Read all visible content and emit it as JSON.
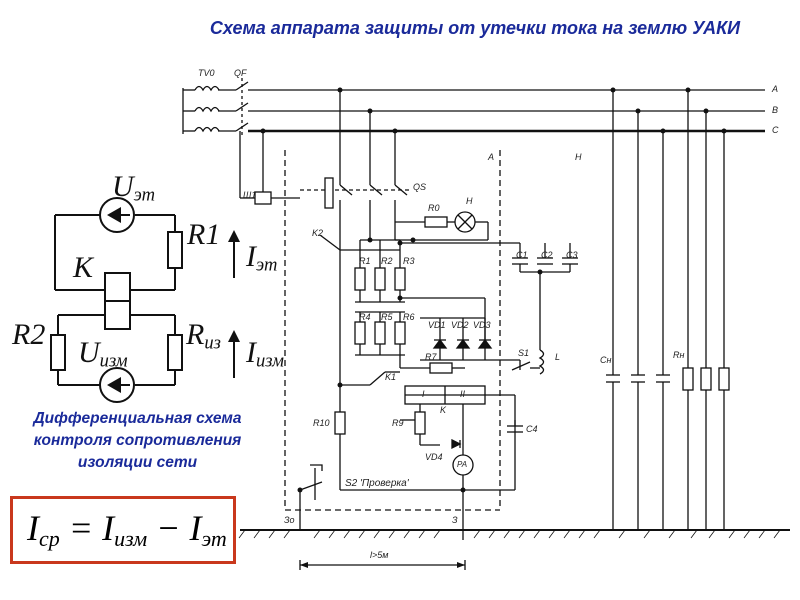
{
  "title": "Схема аппарата защиты от утечки тока на землю УАКИ",
  "caption": {
    "line1": "Дифференциальная схема",
    "line2": "контроля сопротивления",
    "line3": "изоляции сети"
  },
  "formula": {
    "lhs_base": "I",
    "lhs_sub": "ср",
    "eq": " = ",
    "t1_base": "I",
    "t1_sub": "изм",
    "minus": " − ",
    "t2_base": "I",
    "t2_sub": "эт"
  },
  "left_diagram": {
    "u_et_base": "U",
    "u_et_sub": "эт",
    "r1": "R1",
    "i_et_base": "I",
    "i_et_sub": "эт",
    "k": "K",
    "r2": "R2",
    "u_izm_base": "U",
    "u_izm_sub": "изм",
    "r_iz_base": "R",
    "r_iz_sub": "из",
    "i_izm_base": "I",
    "i_izm_sub": "изм"
  },
  "schematic_labels": {
    "tv": "TV0",
    "qf": "QF",
    "phase_a": "A",
    "phase_b": "B",
    "phase_c": "C",
    "sh1": "Ш1",
    "qs": "QS",
    "k2": "K2",
    "r0": "R0",
    "h": "H",
    "block_a": "A",
    "block_n": "H",
    "r1": "R1",
    "r2": "R2",
    "r3": "R3",
    "r4": "R4",
    "r5": "R5",
    "r6": "R6",
    "vd1": "VD1",
    "vd2": "VD2",
    "vd3": "VD3",
    "c1": "C1",
    "c2": "C2",
    "c3": "C3",
    "r7": "R7",
    "k1": "K1",
    "s1": "S1",
    "l": "L",
    "i": "I",
    "ii": "II",
    "relay_k": "K",
    "r9": "R9",
    "vd4": "VD4",
    "pa": "PA",
    "r10": "R10",
    "c4": "C4",
    "cn": "Cн",
    "rn": "Rн",
    "s2": "S2 'Проверка'",
    "ground_z0": "Зо",
    "ground_z": "З",
    "distance": "l>5м"
  }
}
